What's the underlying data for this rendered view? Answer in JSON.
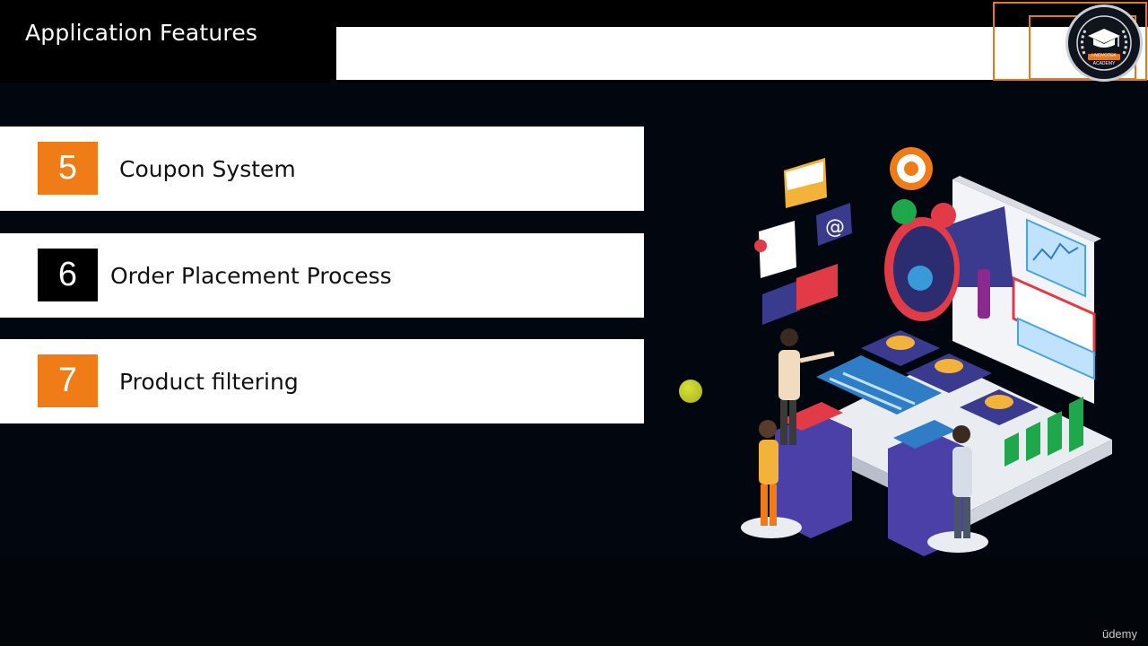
{
  "slide": {
    "title": "Application Features"
  },
  "features": [
    {
      "number": "5",
      "label": "Coupon System",
      "badge_color": "#f07c17"
    },
    {
      "number": "6",
      "label": "Order Placement Process",
      "badge_color": "#000000"
    },
    {
      "number": "7",
      "label": "Product filtering",
      "badge_color": "#f07c17"
    }
  ],
  "logo": {
    "icon": "graduation-cap-icon",
    "text_top": "I-NOVOTEK",
    "text_bottom": "ACADEMY"
  },
  "footer": {
    "brand": "ūdemy"
  },
  "colors": {
    "accent": "#f07c17",
    "background": "#02060f",
    "panel": "#ffffff"
  }
}
